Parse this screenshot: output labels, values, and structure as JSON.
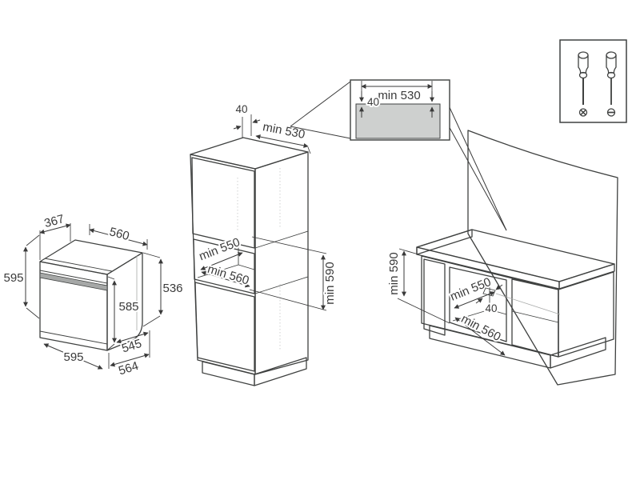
{
  "figure": {
    "kind": "oven-built-in-installation-diagram",
    "colors": {
      "background": "#ffffff",
      "line": "#3f4140",
      "dimension": "#3a3a3a",
      "door_fill": "#d8dad9",
      "side_fill": "#d5d7d6",
      "top_fill": "#e2e4e3",
      "plinth_fill": "#cdcfce",
      "inset_slab_fill": "#ced0cf",
      "interior_fill": "#f6f7f6"
    }
  },
  "oven_view": {
    "labels": {
      "top_depth": "367",
      "top_width": "560",
      "height": "595",
      "door_height": "585",
      "body_depth": "536",
      "width": "595",
      "depth_inner": "545",
      "depth_outer": "564"
    }
  },
  "column_view": {
    "labels": {
      "rear_gap": "40",
      "top_depth": "min 530",
      "niche_depth": "min 550",
      "niche_width": "min 560",
      "niche_height": "min 590"
    }
  },
  "detail_view": {
    "labels": {
      "width": "min 530",
      "gap": "40"
    }
  },
  "base_view": {
    "labels": {
      "niche_height": "min 590",
      "niche_depth": "min 550",
      "rear_gap": "40",
      "niche_width": "min 560"
    }
  },
  "tools_panel": {
    "icons": [
      "phillips-screwdriver",
      "slotted-screwdriver",
      "phillips-screw-head",
      "slotted-screw-head"
    ]
  }
}
